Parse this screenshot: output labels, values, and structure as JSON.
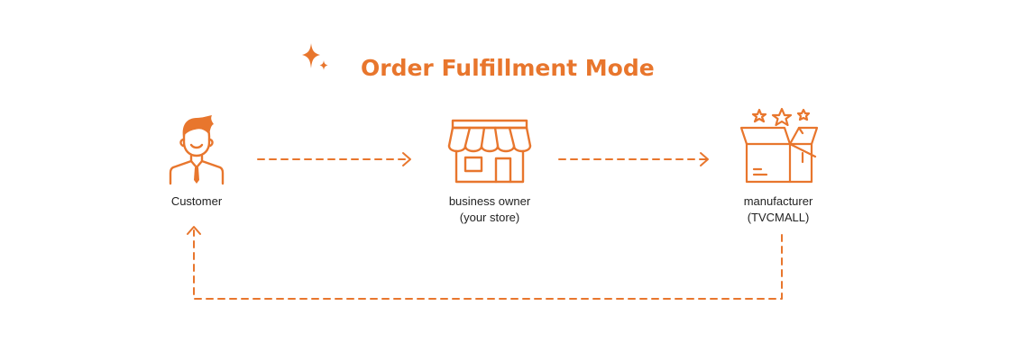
{
  "diagram": {
    "title": "Order Fulfillment Mode",
    "nodes": {
      "customer": {
        "label": "Customer",
        "icon": "person-icon"
      },
      "business_owner": {
        "line1": "business owner",
        "line2": "(your store)",
        "icon": "storefront-icon"
      },
      "manufacturer": {
        "line1": "manufacturer",
        "line2": "(TVCMALL)",
        "icon": "open-box-stars-icon"
      }
    },
    "edges": [
      {
        "from": "customer",
        "to": "business_owner"
      },
      {
        "from": "business_owner",
        "to": "manufacturer"
      },
      {
        "from": "manufacturer",
        "to": "customer"
      }
    ],
    "colors": {
      "accent": "#e8762d",
      "text": "#222222"
    }
  }
}
